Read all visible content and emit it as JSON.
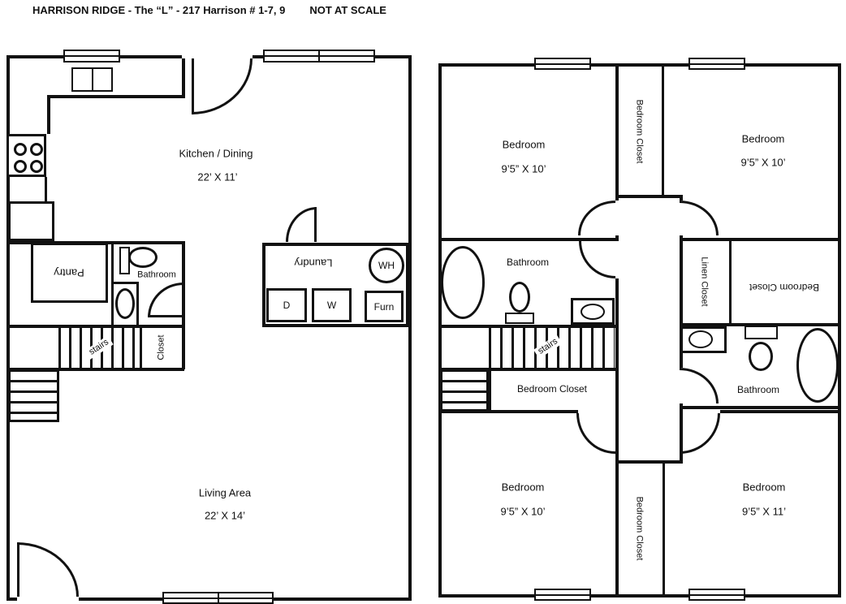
{
  "title": "HARRISON RIDGE - The “L” - 217 Harrison # 1-7, 9",
  "scale_note": "NOT AT SCALE",
  "colors": {
    "line": "#111111",
    "background": "#ffffff"
  },
  "floor1": {
    "kitchen_name": "Kitchen / Dining",
    "kitchen_dims": "22’ X 11’",
    "living_name": "Living Area",
    "living_dims": "22’ X 14’",
    "pantry": "Pantry",
    "bathroom": "Bathroom",
    "stairs": "stairs",
    "closet": "Closet",
    "laundry": "Laundry",
    "water_heater": "WH",
    "dryer": "D",
    "washer": "W",
    "furnace": "Furn"
  },
  "floor2": {
    "bedroom_top_left_name": "Bedroom",
    "bedroom_top_left_dims": "9’5” X 10’",
    "bedroom_top_right_name": "Bedroom",
    "bedroom_top_right_dims": "9’5” X 10’",
    "bedroom_bottom_left_name": "Bedroom",
    "bedroom_bottom_left_dims": "9’5” X 10’",
    "bedroom_bottom_right_name": "Bedroom",
    "bedroom_bottom_right_dims": "9’5” X 11’",
    "bathroom_left": "Bathroom",
    "bathroom_right": "Bathroom",
    "stairs": "stairs",
    "closet_corridor_top": "Bedroom Closet",
    "closet_corridor_bottom": "Bedroom Closet",
    "closet_under_stairs": "Bedroom Closet",
    "linen_closet": "Linen Closet",
    "closet_right": "Bedroom Closet"
  }
}
